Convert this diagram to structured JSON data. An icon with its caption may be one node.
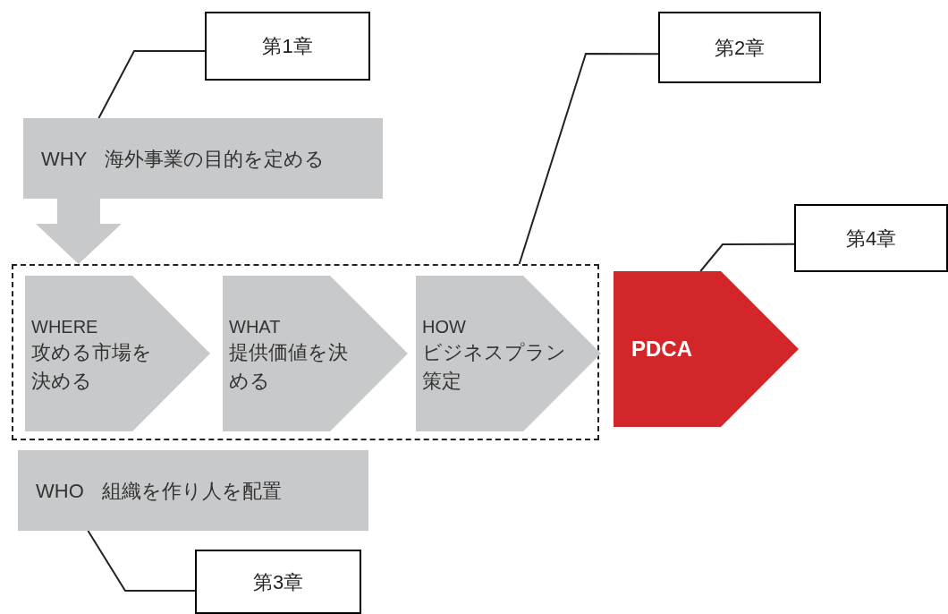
{
  "diagram": {
    "nodes": [
      {
        "text": [
          "第1章"
        ]
      },
      {
        "text": [
          "第2章"
        ]
      },
      {
        "text": [
          "WHY",
          "海外事業の目的を定める"
        ]
      },
      {
        "text": [
          "第4章"
        ]
      },
      {
        "text": [],
        "shape": "box"
      },
      {
        "text": [
          "WHERE",
          "攻める市場を決める"
        ],
        "in": 4
      },
      {
        "text": [
          "WHAT",
          "提供価値を決める"
        ],
        "in": 4
      },
      {
        "text": [
          "HOW",
          "ビジネスプラン策定"
        ],
        "in": 4
      },
      {
        "text": [
          "PDCA"
        ]
      },
      {
        "text": [
          "WHO",
          "組織を作り人を配置"
        ]
      },
      {
        "text": [
          "第3章"
        ]
      }
    ],
    "edges": [
      {
        "from": 0,
        "to": 2,
        "arrow": "none"
      },
      {
        "from": 1,
        "to": 4,
        "arrow": "none"
      },
      {
        "from": 3,
        "to": 8,
        "arrow": "none"
      },
      {
        "from": 10,
        "to": 9,
        "arrow": "none"
      },
      {
        "from": 2,
        "to": 4,
        "arrow": "to",
        "style": "thick",
        "color": "#c8c9ca"
      }
    ]
  }
}
